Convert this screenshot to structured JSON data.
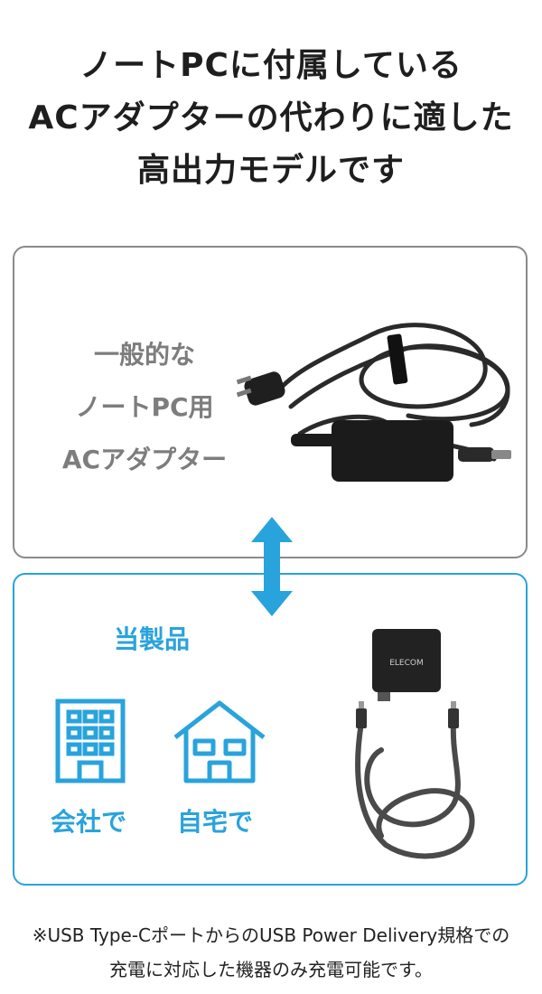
{
  "headline": {
    "line1": "ノートPCに付属している",
    "line2": "ACアダプターの代わりに適した",
    "line3": "高出力モデルです"
  },
  "comparison": {
    "generic_label": {
      "line1": "一般的な",
      "line2": "ノートPC用",
      "line3": "ACアダプター"
    },
    "product_title": "当製品",
    "office_label": "会社で",
    "home_label": "自宅で",
    "charger_brand": "ELECOM"
  },
  "footnote": {
    "line1": "※USB Type-CポートからのUSB Power Delivery規格での",
    "line2": "充電に対応した機器のみ充電可能です。"
  },
  "colors": {
    "accent_blue": "#29a3dc",
    "frame_gray": "#8a8a8a",
    "label_gray": "#7d7d7d"
  }
}
